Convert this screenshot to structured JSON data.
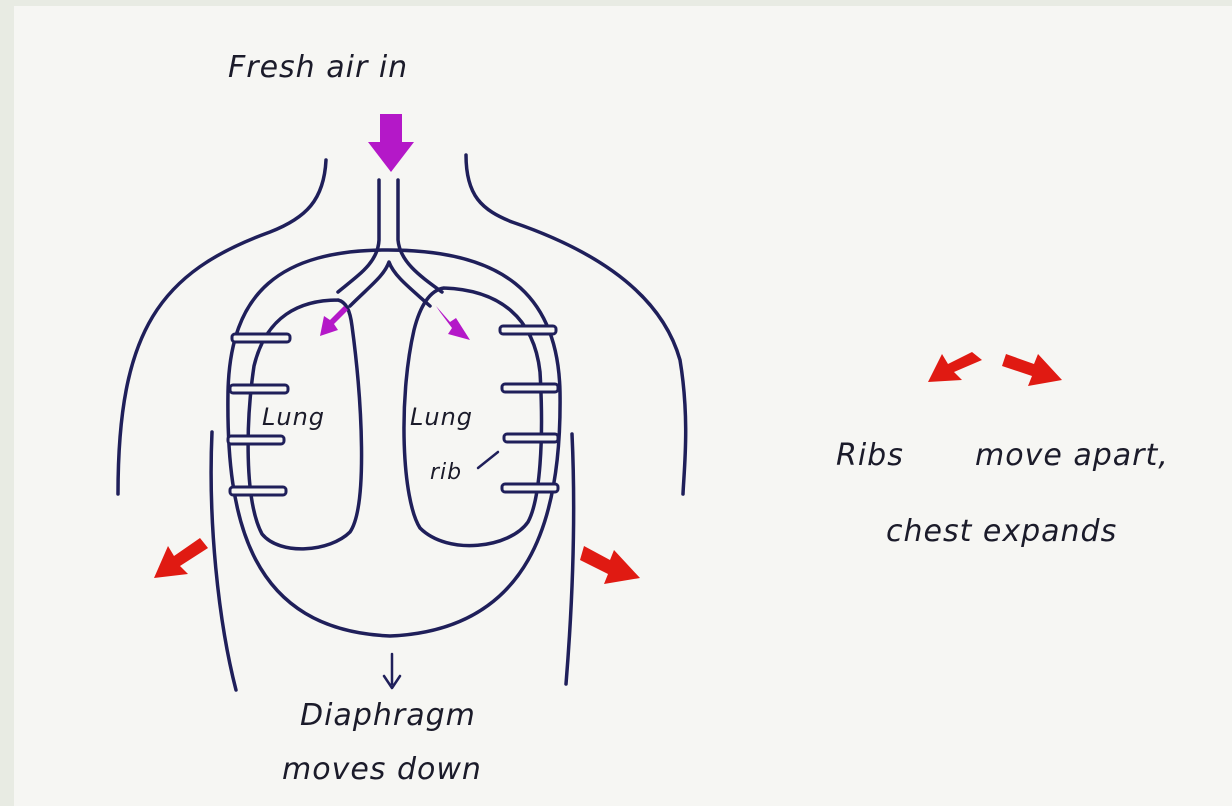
{
  "labels": {
    "fresh_air_in": "Fresh air in",
    "lung_left": "Lung",
    "lung_right": "Lung",
    "rib": "rib",
    "ribs_word": "Ribs",
    "move_apart": "move apart,",
    "chest_expands": "chest expands",
    "diaphragm": "Diaphragm",
    "moves_down": "moves down"
  },
  "colors": {
    "outline": "#1f1f5a",
    "air_arrow": "#b418c8",
    "movement_arrow": "#e01a12",
    "paper": "#f6f6f3",
    "frame": "#e8ebe3"
  }
}
